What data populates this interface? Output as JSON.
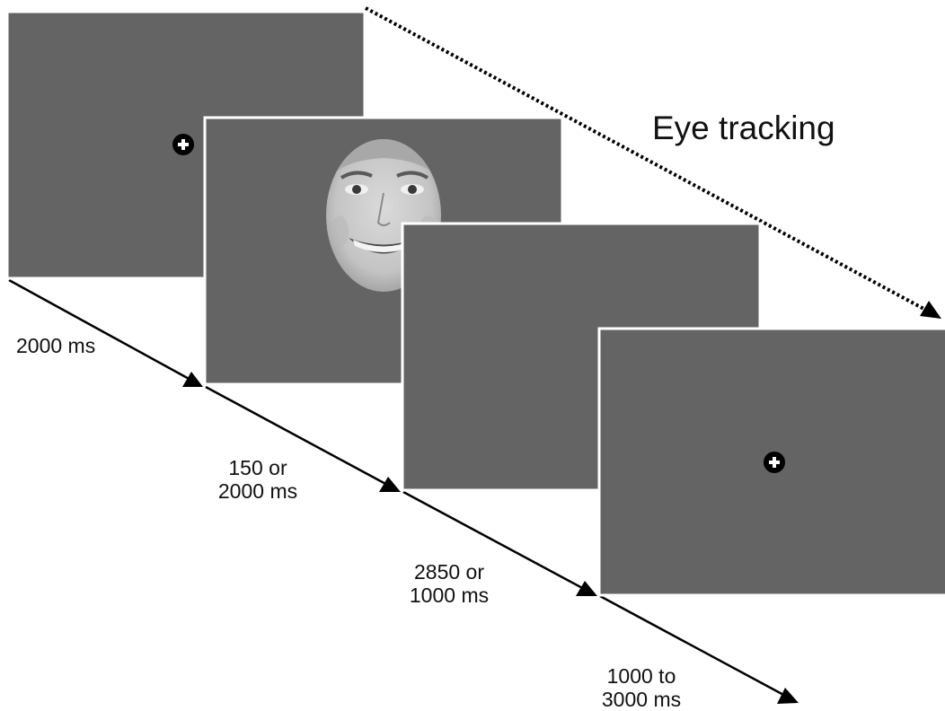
{
  "diagram": {
    "title": "Eye tracking",
    "timings": [
      {
        "line1": "2000 ms",
        "line2": ""
      },
      {
        "line1": "150 or",
        "line2": "2000 ms"
      },
      {
        "line1": "2850 or",
        "line2": "1000 ms"
      },
      {
        "line1": "1000 to",
        "line2": "3000 ms"
      }
    ],
    "screens": [
      {
        "name": "fixation-screen",
        "content": "fixation-cross"
      },
      {
        "name": "face-screen",
        "content": "face-stimulus"
      },
      {
        "name": "blank-screen",
        "content": "blank"
      },
      {
        "name": "final-fixation-screen",
        "content": "fixation-cross"
      }
    ],
    "colors": {
      "screen": "#646464",
      "border": "#ffffff",
      "arrow": "#000000",
      "background": "#ffffff"
    }
  }
}
